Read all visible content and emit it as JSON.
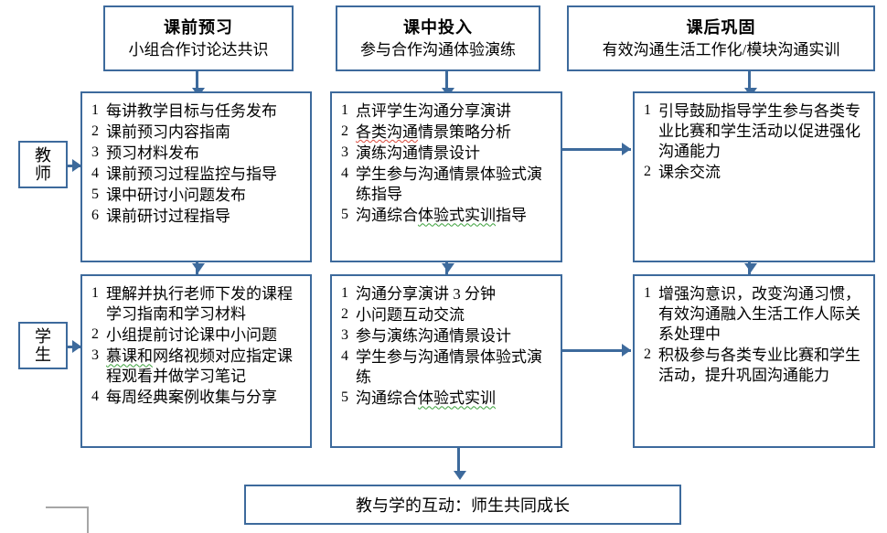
{
  "theme": {
    "edge_color": "#3d6a9c",
    "text_color": "#000000",
    "background": "#ffffff",
    "spellcheck_red": "#d94a3d",
    "spellcheck_green": "#3aa03a",
    "artifact_grey": "#a6a6a6"
  },
  "headers": [
    {
      "title": "课前预习",
      "subtitle": "小组合作讨论达共识"
    },
    {
      "title": "课中投入",
      "subtitle": "参与合作沟通体验演练"
    },
    {
      "title": "课后巩固",
      "subtitle": "有效沟通生活工作化/模块沟通实训"
    }
  ],
  "role_labels": [
    {
      "text": "教师"
    },
    {
      "text": "学生"
    }
  ],
  "teacher_row": {
    "pre_class": {
      "items": [
        {
          "num": "1",
          "text": "每讲教学目标与任务发布"
        },
        {
          "num": "2",
          "text": "课前预习内容指南"
        },
        {
          "num": "3",
          "text": "预习材料发布"
        },
        {
          "num": "4",
          "text": "课前预习过程监控与指导"
        },
        {
          "num": "5",
          "text": "课中研讨小问题发布"
        },
        {
          "num": "6",
          "text": "课前研讨过程指导"
        }
      ]
    },
    "in_class": {
      "items": [
        {
          "num": "1",
          "text": "点评学生沟通分享演讲"
        },
        {
          "num": "2",
          "text": "各类沟通情景策略分析",
          "mark": "red",
          "mark_span": "各类沟通"
        },
        {
          "num": "3",
          "text": "演练沟通情景设计"
        },
        {
          "num": "4",
          "text": "学生参与沟通情景体验式演练指导"
        },
        {
          "num": "5",
          "text": "沟通综合体验式实训指导",
          "mark": "green",
          "mark_span": "体验式实训"
        }
      ]
    },
    "post_class": {
      "items": [
        {
          "num": "1",
          "text": "引导鼓励指导学生参与各类专业比赛和学生活动以促进强化沟通能力"
        },
        {
          "num": "2",
          "text": "课余交流"
        }
      ]
    }
  },
  "student_row": {
    "pre_class": {
      "items": [
        {
          "num": "1",
          "text": "理解并执行老师下发的课程学习指南和学习材料"
        },
        {
          "num": "2",
          "text": "小组提前讨论课中小问题"
        },
        {
          "num": "3",
          "text": "慕课和网络视频对应指定课程观看并做学习笔记",
          "mark": "green",
          "mark_span": "慕课和"
        },
        {
          "num": "4",
          "text": "每周经典案例收集与分享"
        }
      ]
    },
    "in_class": {
      "items": [
        {
          "num": "1",
          "text": "沟通分享演讲 3 分钟"
        },
        {
          "num": "2",
          "text": "小问题互动交流"
        },
        {
          "num": "3",
          "text": "参与演练沟通情景设计"
        },
        {
          "num": "4",
          "text": "学生参与沟通情景体验式演练"
        },
        {
          "num": "5",
          "text": "沟通综合体验式实训",
          "mark": "green",
          "mark_span": "体验式实训"
        }
      ]
    },
    "post_class": {
      "items": [
        {
          "num": "1",
          "text": "增强沟意识，改变沟通习惯，有效沟通融入生活工作人际关系处理中"
        },
        {
          "num": "2",
          "text": "积极参与各类专业比赛和学生活动，提升巩固沟通能力"
        }
      ]
    }
  },
  "summary": {
    "text": "教与学的互动：师生共同成长"
  }
}
